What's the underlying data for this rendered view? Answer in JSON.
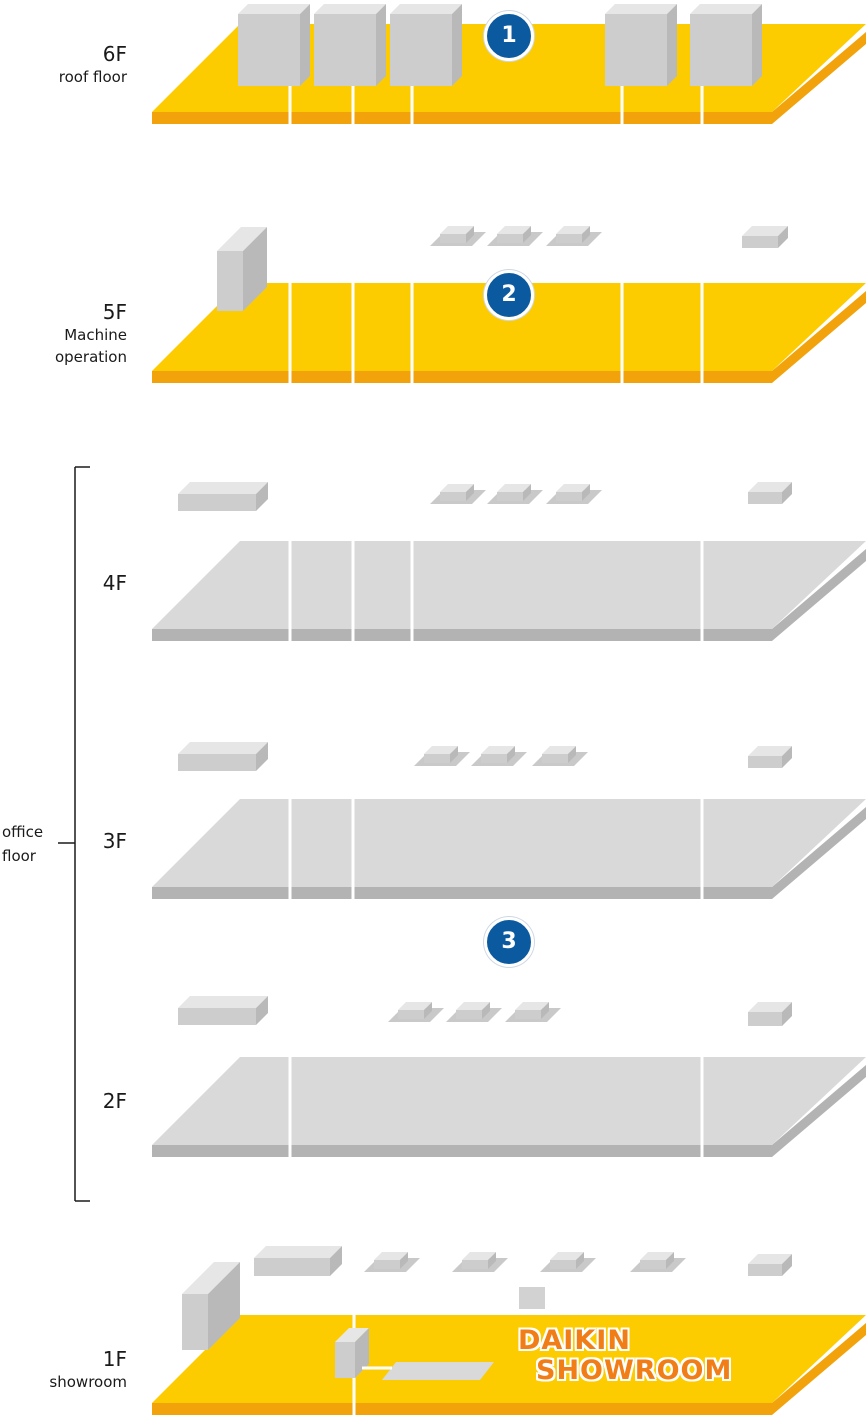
{
  "floors": [
    {
      "id": "6F",
      "label": "6F",
      "sub": [
        "roof floor"
      ],
      "style": "yellow",
      "marker": "1"
    },
    {
      "id": "5F",
      "label": "5F",
      "sub": [
        "Machine",
        "operation"
      ],
      "style": "yellow",
      "marker": "2"
    },
    {
      "id": "4F",
      "label": "4F",
      "sub": [],
      "style": "gray"
    },
    {
      "id": "3F",
      "label": "3F",
      "sub": [],
      "style": "gray"
    },
    {
      "id": "2F",
      "label": "2F",
      "sub": [],
      "style": "gray"
    },
    {
      "id": "1F",
      "label": "1F",
      "sub": [
        "showroom"
      ],
      "style": "yellow"
    }
  ],
  "office_group": {
    "lines": [
      "office",
      "floor"
    ]
  },
  "marker_3": "3",
  "showroom_brand": {
    "line1": "DAIKIN",
    "line2": "SHOWROOM",
    "color": "#f07d16"
  },
  "colors": {
    "yellow_top": "#fccc00",
    "yellow_edge": "#f2a20a",
    "gray_top": "#d9d9d9",
    "gray_edge": "#b3b3b3",
    "unit_front": "#cdcdcd",
    "unit_top": "#e6e6e6",
    "unit_side": "#b9b9b9",
    "marker_blue": "#0b5aa0"
  }
}
